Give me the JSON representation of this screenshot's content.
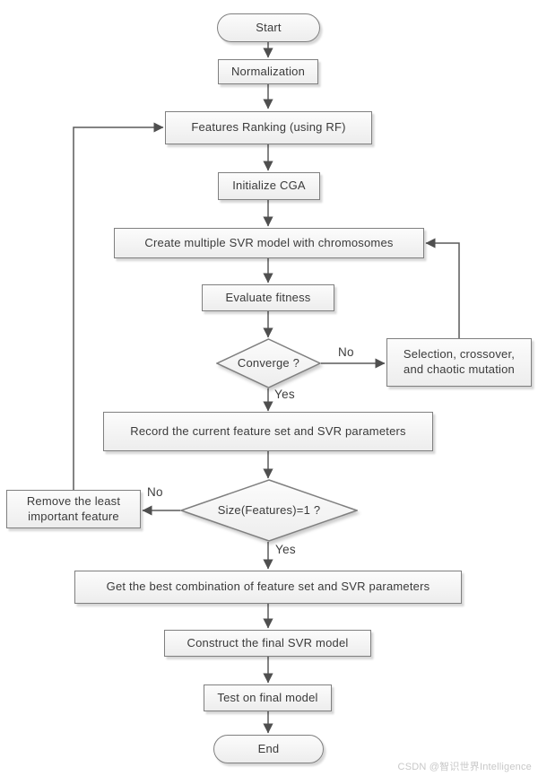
{
  "diagram": {
    "type": "flowchart",
    "description": "CGA-SVR feature selection algorithm flowchart"
  },
  "colors": {
    "node_fill_top": "#fcfcfc",
    "node_fill_bottom": "#ededed",
    "node_border": "#7f7f7f",
    "connector": "#5a5a5a",
    "arrowhead": "#4f4f4f",
    "text": "#3a3a3a",
    "watermark": "#c8c8c8",
    "background": "#ffffff"
  },
  "nodes": [
    {
      "id": "start",
      "type": "terminator",
      "label": "Start"
    },
    {
      "id": "normalization",
      "type": "process",
      "label": "Normalization"
    },
    {
      "id": "features-ranking",
      "type": "process",
      "label": "Features Ranking (using RF)"
    },
    {
      "id": "initialize-cga",
      "type": "process",
      "label": "Initialize CGA"
    },
    {
      "id": "create-svr-models",
      "type": "process",
      "label": "Create multiple SVR model with chromosomes"
    },
    {
      "id": "evaluate-fitness",
      "type": "process",
      "label": "Evaluate fitness"
    },
    {
      "id": "converge",
      "type": "decision",
      "label": "Converge ?"
    },
    {
      "id": "selection-crossover",
      "type": "process",
      "label": "Selection, crossover,\nand chaotic mutation"
    },
    {
      "id": "record-feature-set",
      "type": "process",
      "label": "Record the current feature set and SVR parameters"
    },
    {
      "id": "size-features",
      "type": "decision",
      "label": "Size(Features)=1 ?"
    },
    {
      "id": "remove-feature",
      "type": "process",
      "label": "Remove the least\nimportant feature"
    },
    {
      "id": "get-best-combination",
      "type": "process",
      "label": "Get the best combination of feature set and SVR parameters"
    },
    {
      "id": "construct-final-model",
      "type": "process",
      "label": "Construct the final SVR model"
    },
    {
      "id": "test-final-model",
      "type": "process",
      "label": "Test on final model"
    },
    {
      "id": "end",
      "type": "terminator",
      "label": "End"
    }
  ],
  "edge_labels": {
    "converge_no": "No",
    "converge_yes": "Yes",
    "size_no": "No",
    "size_yes": "Yes"
  },
  "watermark": "CSDN @智识世界Intelligence"
}
